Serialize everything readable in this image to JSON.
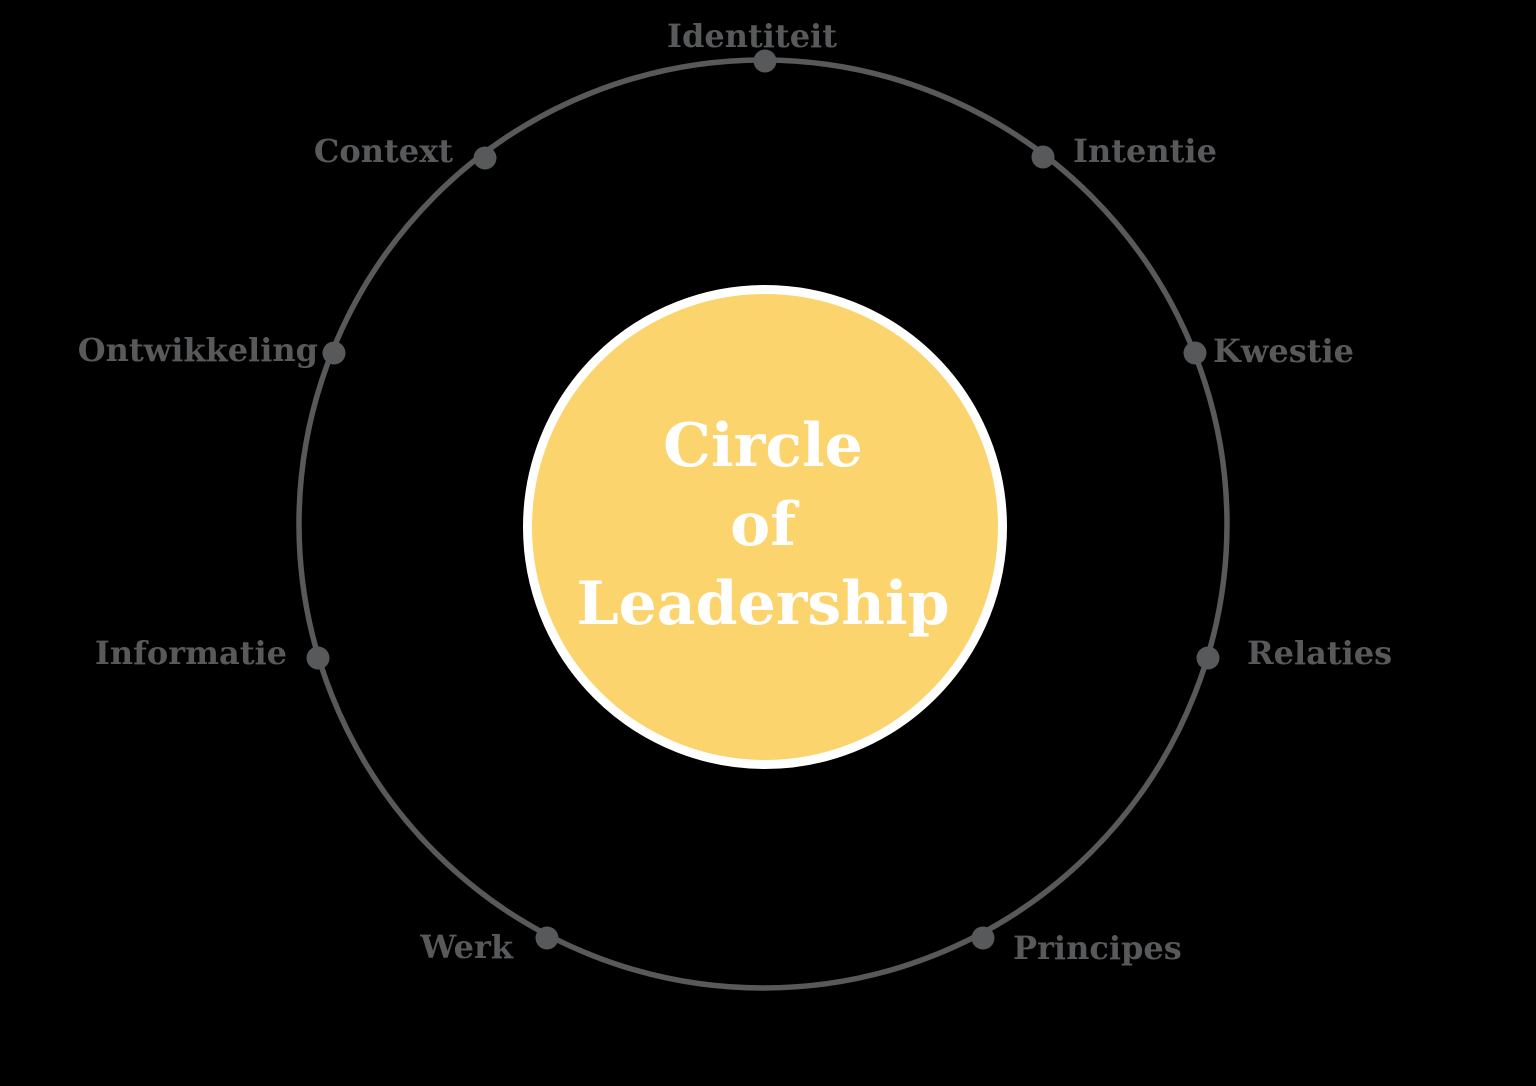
{
  "title": "Circle of Leadership",
  "colors": {
    "background": "#000000",
    "ring": "#58595b",
    "dot": "#58595b",
    "label": "#58595b",
    "center_fill": "#fbd46e",
    "center_border": "#ffffff",
    "center_text": "#ffffff"
  },
  "center": {
    "lines": [
      "Circle",
      "of",
      "Leadership"
    ]
  },
  "nodes": [
    {
      "label": "Identiteit"
    },
    {
      "label": "Intentie"
    },
    {
      "label": "Kwestie"
    },
    {
      "label": "Relaties"
    },
    {
      "label": "Principes"
    },
    {
      "label": "Werk"
    },
    {
      "label": "Informatie"
    },
    {
      "label": "Ontwikkeling"
    },
    {
      "label": "Context"
    }
  ]
}
